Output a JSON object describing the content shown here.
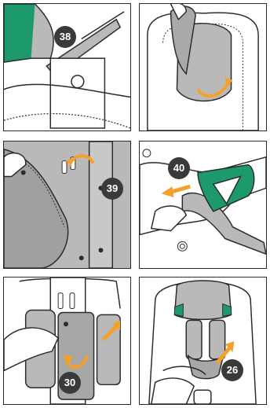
{
  "panels": [
    {
      "id": "p1",
      "step": "38"
    },
    {
      "id": "p2",
      "step": ""
    },
    {
      "id": "p3",
      "step": "39"
    },
    {
      "id": "p4",
      "step": "40"
    },
    {
      "id": "p5",
      "step": "30"
    },
    {
      "id": "p6",
      "step": "26"
    }
  ],
  "colors": {
    "accent_green": "#1d9a6c",
    "accent_orange": "#f5a02a",
    "grey_fill": "#b9b9b9",
    "line": "#2b2b2b"
  }
}
